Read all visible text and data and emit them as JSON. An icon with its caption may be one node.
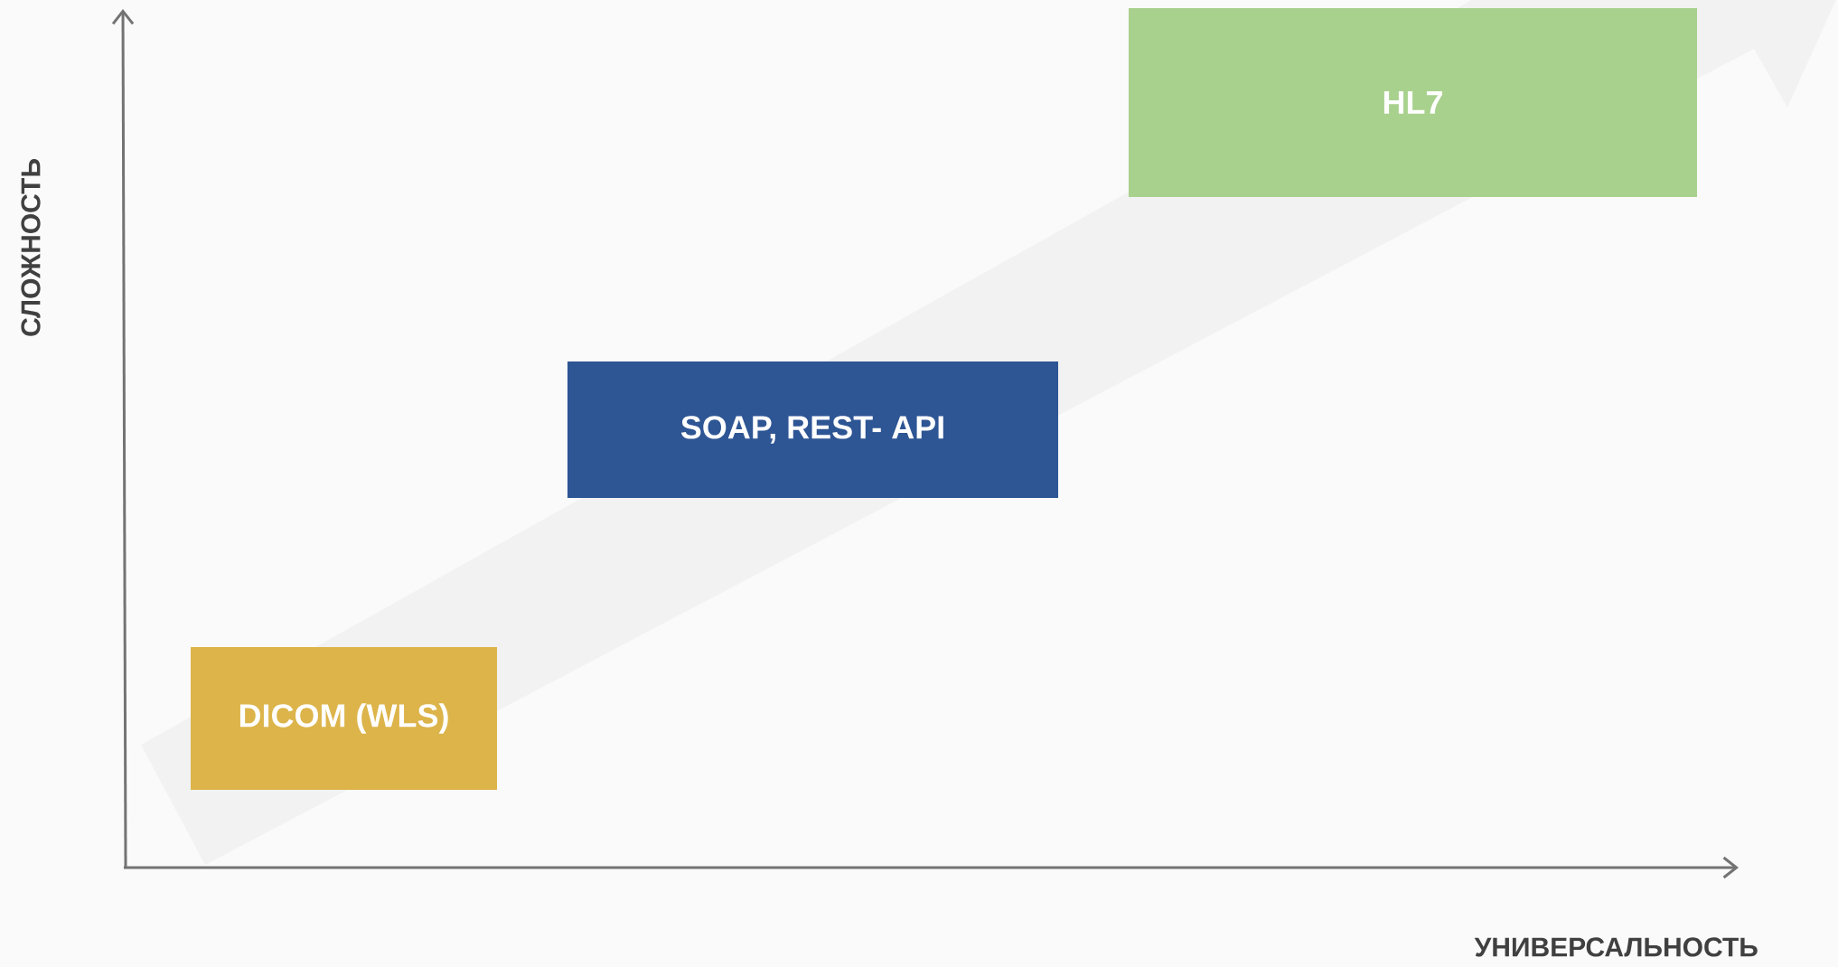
{
  "diagram": {
    "nodes": [
      {
        "text": [
          "DICOM (WLS)"
        ]
      },
      {
        "text": [
          "SOAP, REST- API"
        ]
      },
      {
        "text": [
          "HL7"
        ]
      }
    ],
    "labels": [
      "СЛОЖНОСТЬ",
      "УНИВЕРСАЛЬНОСТЬ"
    ]
  }
}
